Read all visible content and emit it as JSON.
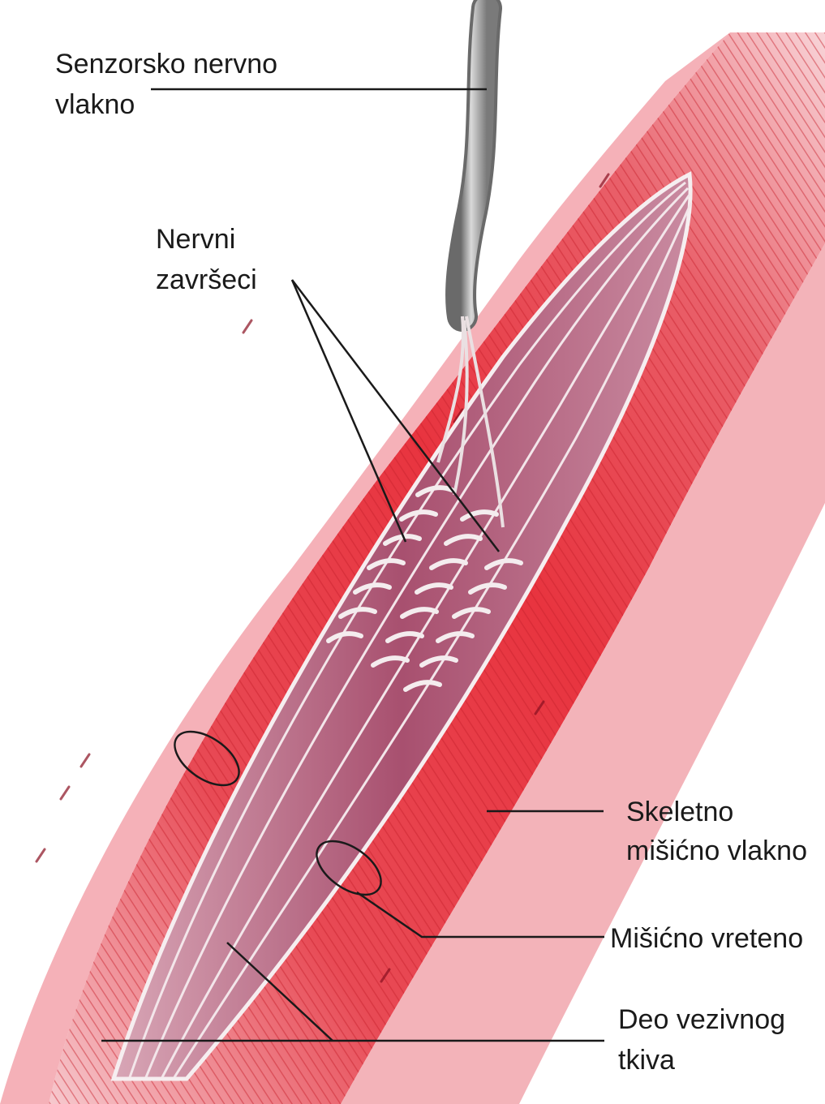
{
  "figure": {
    "labels": {
      "sensory_fiber": [
        "Senzorsko nervno",
        "vlakno"
      ],
      "nerve_endings": [
        "Nervni",
        "završeci"
      ],
      "skeletal_fiber": [
        "Skeletno",
        "mišićno vlakno"
      ],
      "muscle_spindle": [
        "Mišićno vreteno"
      ],
      "connective_tissue": [
        "Deo vezivnog",
        "tkiva"
      ]
    },
    "colors": {
      "muscle_red": "#e8343f",
      "muscle_light": "#f7b9c0",
      "spindle_fill": "#b05a78",
      "nerve_gray": "#9a9a9a",
      "leader_line": "#1a1a1a"
    }
  }
}
